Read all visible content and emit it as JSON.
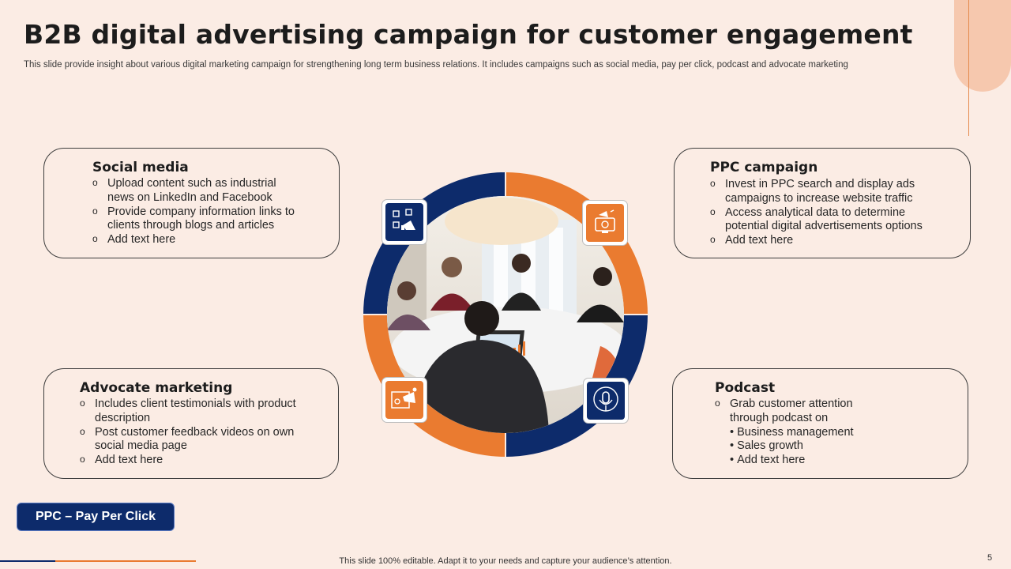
{
  "slide": {
    "title": "B2B digital advertising campaign for customer engagement",
    "subtitle": "This slide provide insight about various digital marketing campaign for strengthening long term business relations. It includes campaigns such as social media, pay per click, podcast and advocate marketing",
    "footer": "This slide 100% editable. Adapt it to your needs and capture your audience’s attention.",
    "page_number": "5",
    "badge_label": "PPC – Pay Per Click"
  },
  "colors": {
    "navy": "#0d2b6b",
    "orange": "#ea7b30",
    "background": "#fbece4",
    "peach": "#f6c8ae"
  },
  "cards": {
    "social_media": {
      "heading": "Social media",
      "bullets": [
        "Upload content such as industrial news on LinkedIn and Facebook",
        "Provide company information links to clients through blogs and articles",
        "Add text here"
      ]
    },
    "ppc": {
      "heading": "PPC campaign",
      "bullets": [
        "Invest in PPC search and display ads campaigns to increase website traffic",
        "Access analytical data to determine potential digital advertisements options",
        "Add text here"
      ]
    },
    "advocate": {
      "heading": "Advocate marketing",
      "bullets": [
        "Includes client testimonials with product description",
        "Post customer feedback videos on own social media page",
        "Add text here"
      ]
    },
    "podcast": {
      "heading": "Podcast",
      "bullets": [
        "Grab customer attention through podcast on"
      ],
      "sub_bullets": [
        "Business management",
        "Sales growth",
        "Add text here"
      ]
    }
  },
  "icons": {
    "social": "social-media-megaphone-icon",
    "ppc": "ppc-monitor-megaphone-icon",
    "advocate": "advocate-megaphone-icon",
    "podcast": "podcast-microphone-icon"
  }
}
